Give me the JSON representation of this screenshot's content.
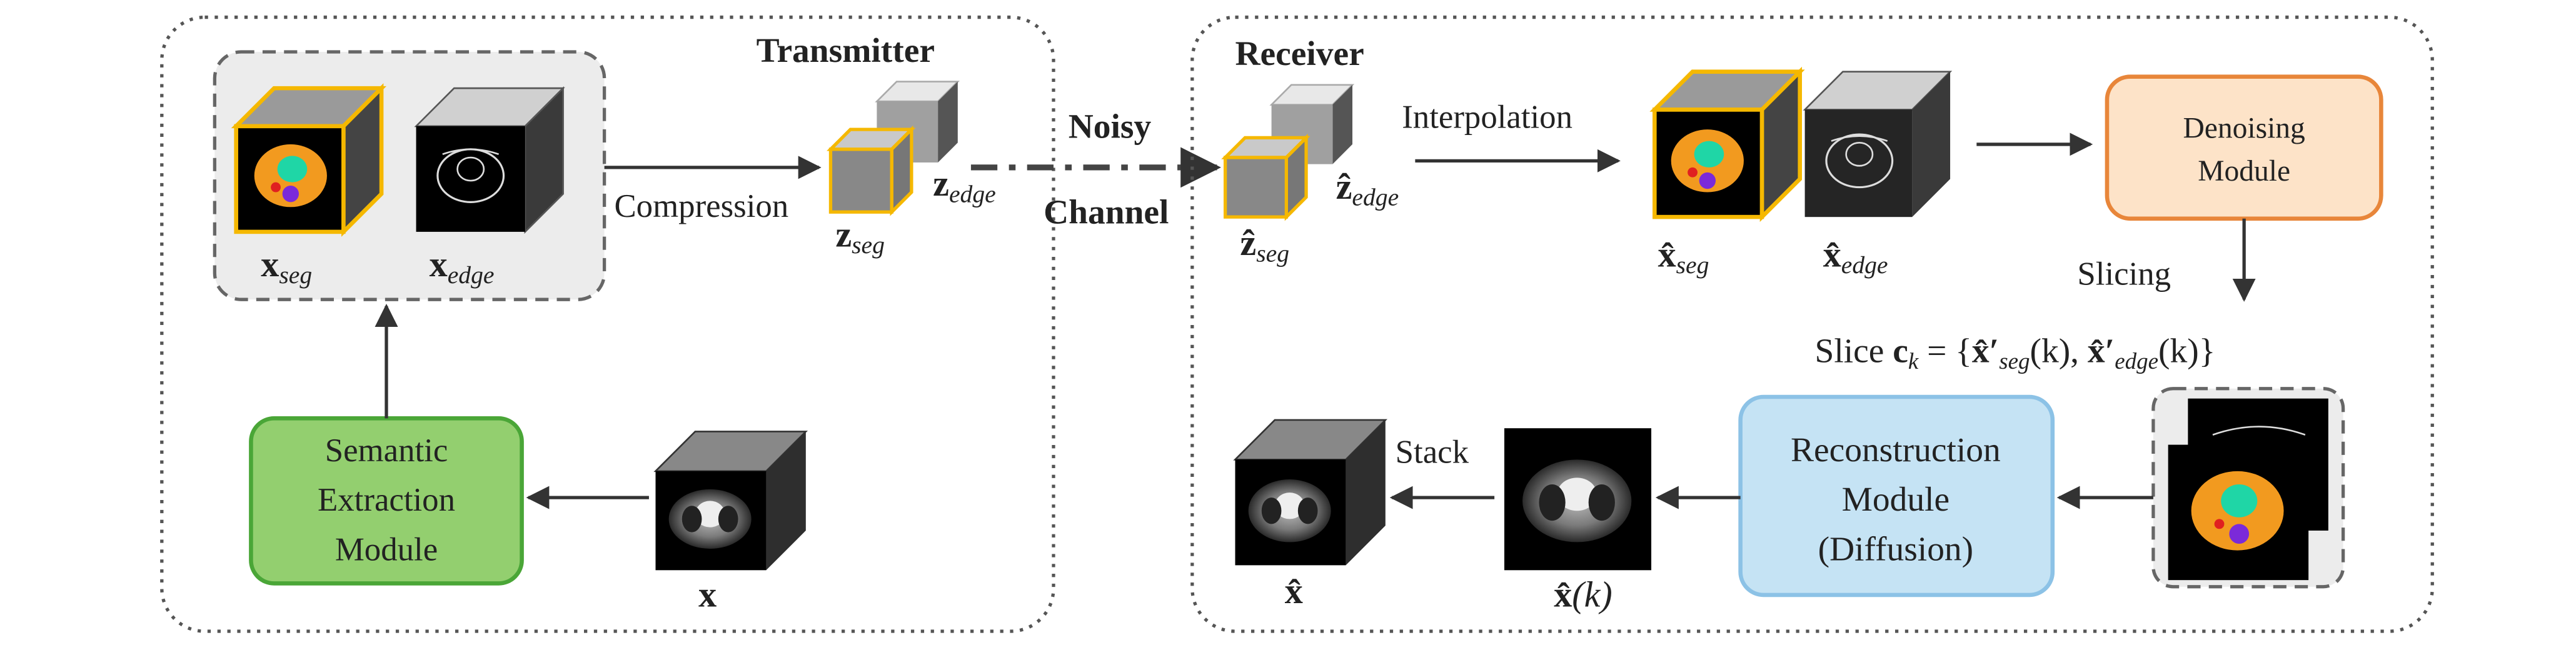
{
  "transmitter": {
    "title": "Transmitter",
    "x_seg": {
      "base": "x",
      "sub": "seg"
    },
    "x_edge": {
      "base": "x",
      "sub": "edge"
    },
    "compression": "Compression",
    "z_seg": {
      "base": "z",
      "sub": "seg"
    },
    "z_edge": {
      "base": "z",
      "sub": "edge"
    },
    "semantic_module": [
      "Semantic",
      "Extraction",
      "Module"
    ],
    "input_x": "x"
  },
  "channel": {
    "line1": "Noisy",
    "line2": "Channel"
  },
  "receiver": {
    "title": "Receiver",
    "z_hat_edge": {
      "base": "ẑ",
      "sub": "edge"
    },
    "z_hat_seg": {
      "base": "ẑ",
      "sub": "seg"
    },
    "interpolation": "Interpolation",
    "x_hat_seg": {
      "base": "x̂",
      "sub": "seg"
    },
    "x_hat_edge": {
      "base": "x̂",
      "sub": "edge"
    },
    "denoising_module": [
      "Denoising",
      "Module"
    ],
    "slicing": "Slicing",
    "slice_formula": {
      "prefix": "Slice ",
      "c": "c",
      "c_sub": "k",
      "eq": " = {",
      "t1": "x̂′",
      "t1_sub": "seg",
      "t1_arg": "(k), ",
      "t2": "x̂′",
      "t2_sub": "edge",
      "t2_arg": "(k)}"
    },
    "reconstruction_module": [
      "Reconstruction",
      "Module",
      "(Diffusion)"
    ],
    "stack": "Stack",
    "x_hat": "x̂",
    "x_hat_k": {
      "base": "x̂",
      "arg": "(k)"
    }
  },
  "colors": {
    "cube_highlight": "#f5b800",
    "semantic_fill": "#93cf6f",
    "semantic_stroke": "#4aa637",
    "denoise_fill": "#fde3c8",
    "denoise_stroke": "#e8863a",
    "recon_fill": "#c5e3f4",
    "recon_stroke": "#8cc2e6"
  }
}
